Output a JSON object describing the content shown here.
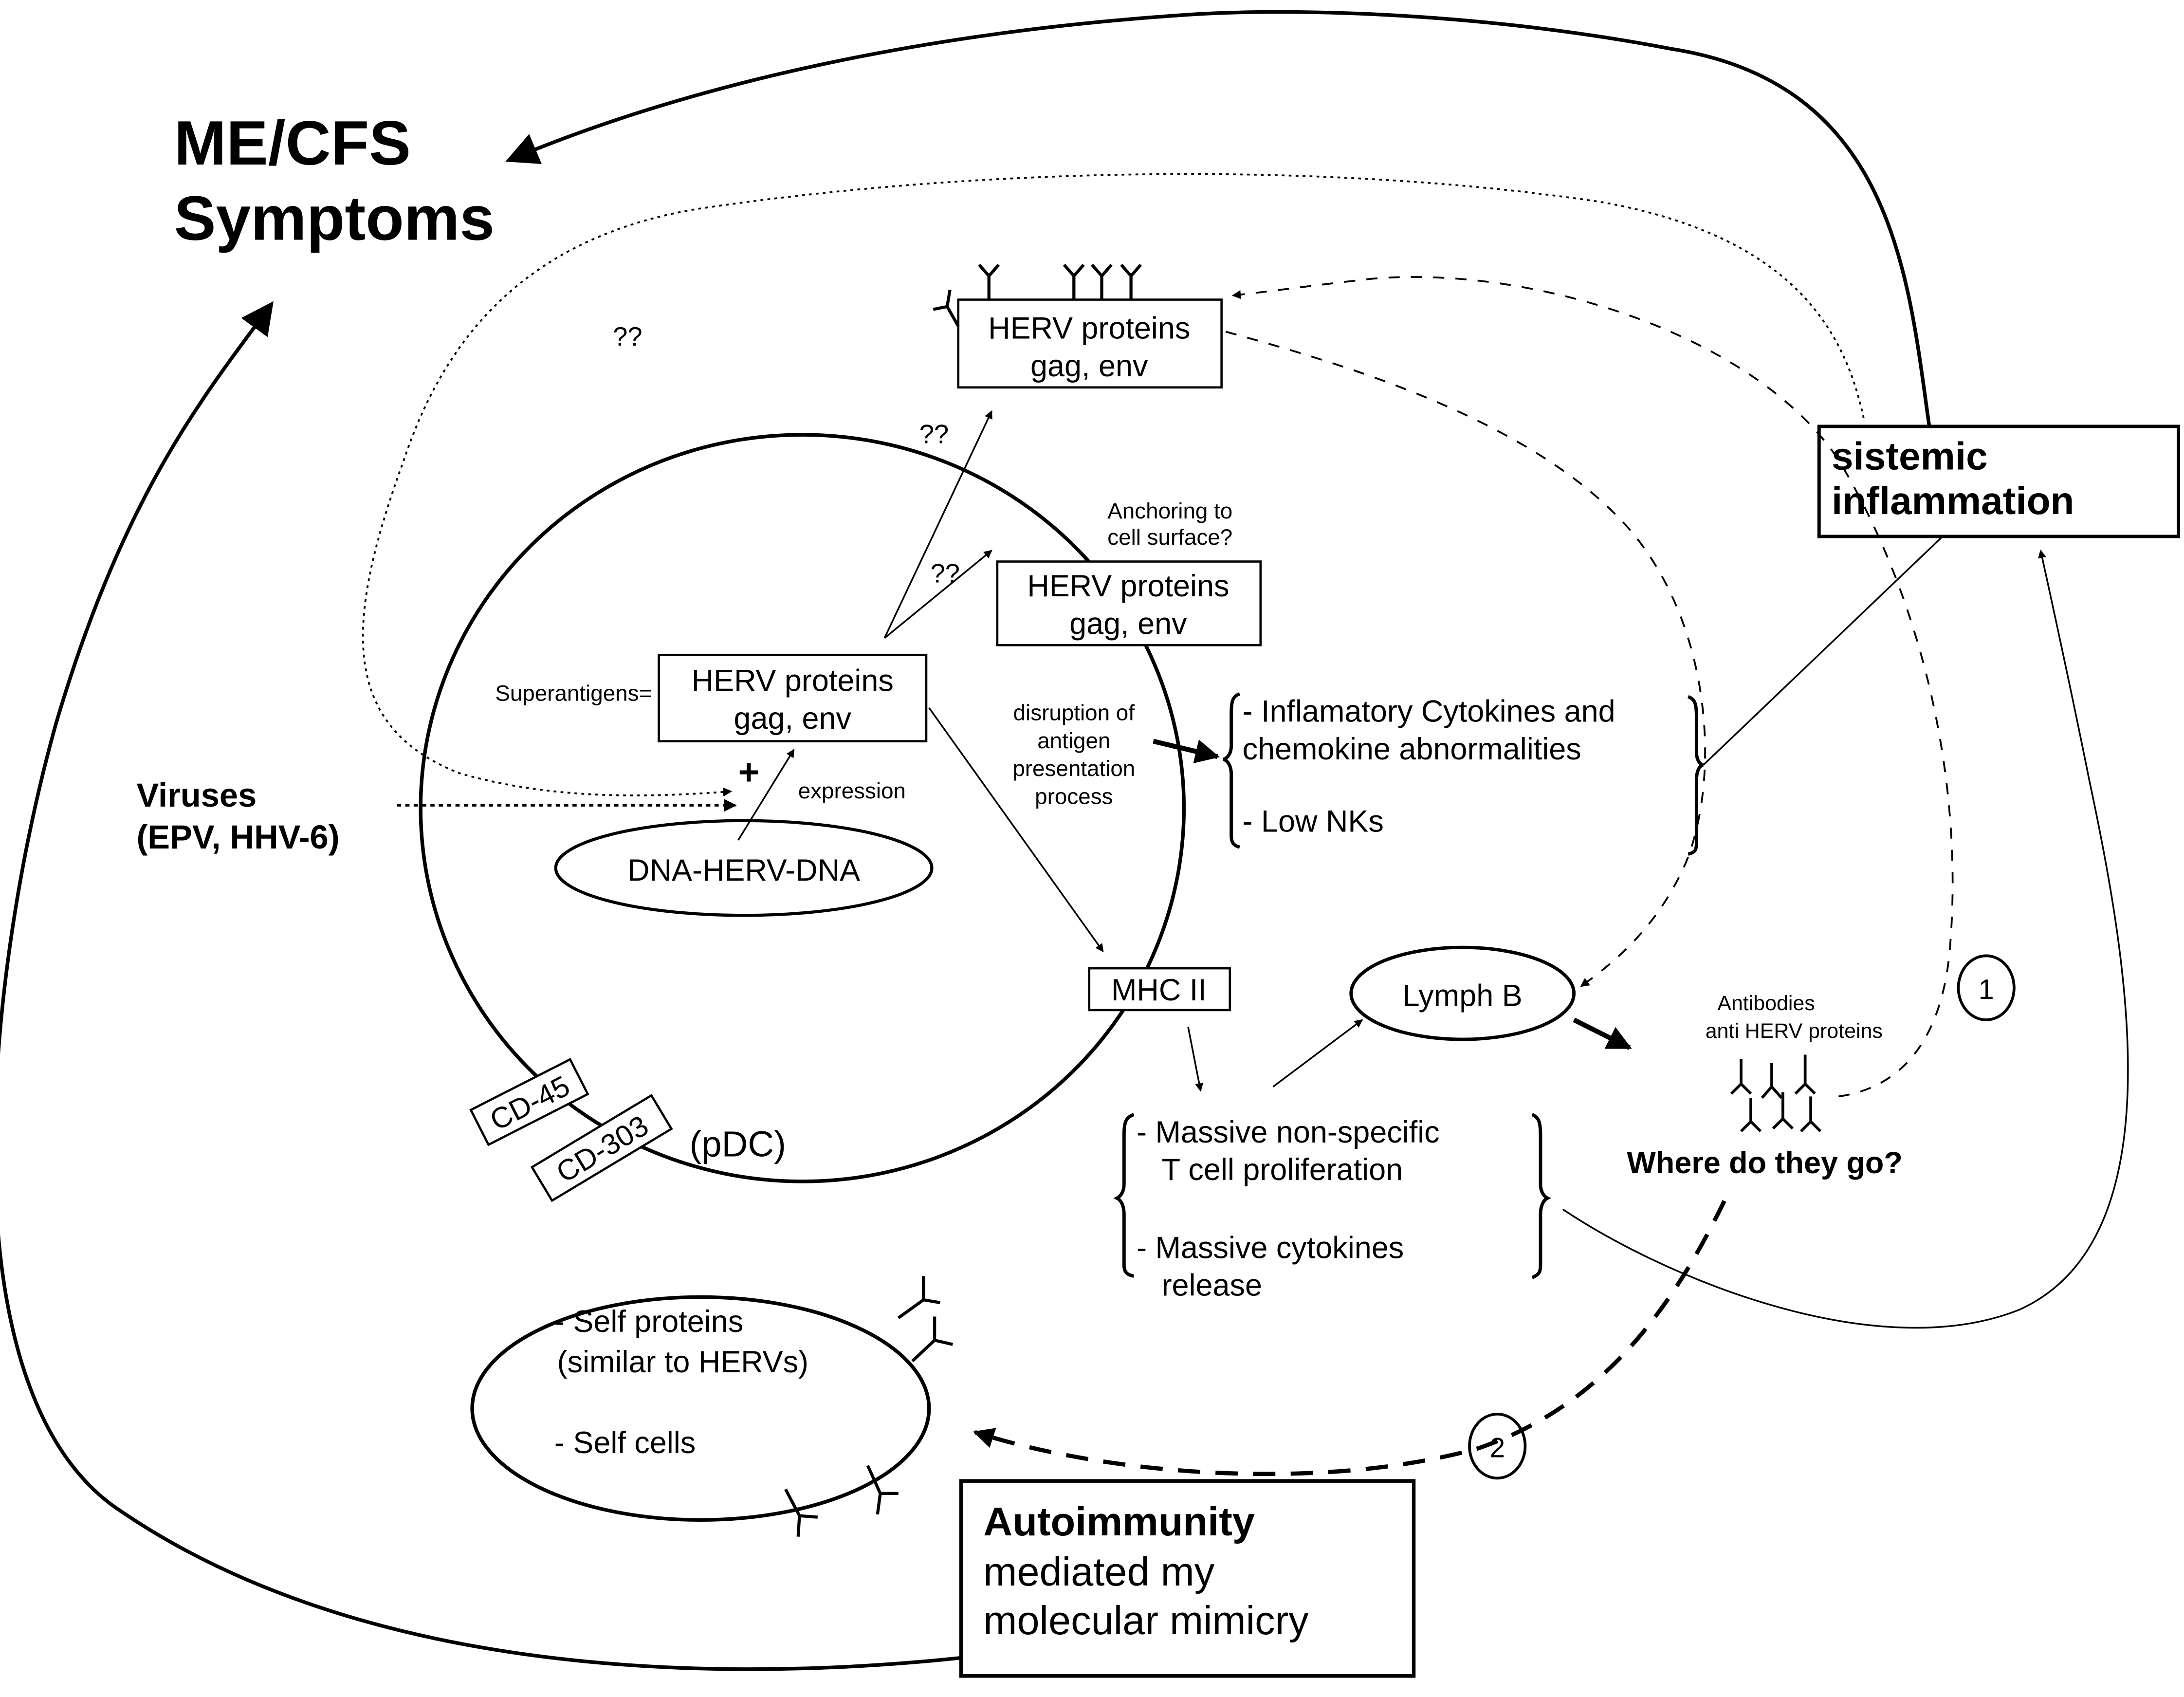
{
  "title": {
    "line1": "ME/CFS",
    "line2": "Symptoms"
  },
  "systemic": {
    "line1": "sistemic",
    "line2": "inflammation"
  },
  "herv_surface": {
    "line1": "HERV proteins",
    "line2": "gag, env"
  },
  "herv_anchored": {
    "line1": "HERV proteins",
    "line2": "gag, env"
  },
  "herv_inner": {
    "line1": "HERV proteins",
    "line2": "gag, env"
  },
  "anchoring_label": {
    "line1": "Anchoring to",
    "line2": "cell surface?"
  },
  "superantigens_label": "Superantigens=",
  "question_marks": [
    "??",
    "??",
    "??"
  ],
  "plus_sign": "+",
  "expression_label": "expression",
  "dna_label": "DNA-HERV-DNA",
  "viruses": {
    "line1": "Viruses",
    "line2": "(EPV, HHV-6)"
  },
  "disruption_label": [
    "disruption of",
    "antigen",
    "presentation",
    "process"
  ],
  "cytokine_group": {
    "item1_line1": "- Inflamatory Cytokines and",
    "item1_line2": "chemokine abnormalities",
    "item2": "- Low NKs"
  },
  "mhc_label": "MHC II",
  "lymph_b_label": "Lymph B",
  "antibodies_label": {
    "line1": "Antibodies",
    "line2": "anti HERV proteins"
  },
  "where_label": "Where do they go?",
  "circle_1": "1",
  "circle_2": "2",
  "tcell_group": {
    "item1_line1": "- Massive non-specific",
    "item1_line2": "T cell proliferation",
    "item2_line1": "- Massive cytokines",
    "item2_line2": "release"
  },
  "cd45_label": "CD-45",
  "cd303_label": "CD-303",
  "pdc_label": "(pDC)",
  "self_cell": {
    "line1": "- Self proteins",
    "line2": "(similar to HERVs)",
    "line3": "- Self cells"
  },
  "autoimmunity": {
    "line1": "Autoimmunity",
    "line2": "mediated my",
    "line3": "molecular mimicry"
  }
}
